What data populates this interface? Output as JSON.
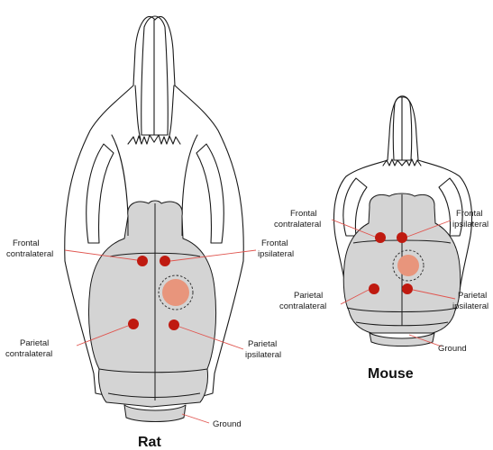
{
  "rat": {
    "title": "Rat",
    "frontal_contralateral": [
      "Frontal",
      "contralateral"
    ],
    "frontal_ipsilateral": [
      "Frontal",
      "ipsilateral"
    ],
    "parietal_contralateral": [
      "Parietal",
      "contralateral"
    ],
    "parietal_ipsilateral": [
      "Parietal",
      "ipsilateral"
    ],
    "ground": "Ground"
  },
  "mouse": {
    "title": "Mouse",
    "frontal_contralateral": [
      "Frontal",
      "contralateral"
    ],
    "frontal_ipsilateral": [
      "Frontal",
      "ipsilateral"
    ],
    "parietal_contralateral": [
      "Parietal",
      "contralateral"
    ],
    "parietal_ipsilateral": [
      "Parietal",
      "ipsilateral"
    ],
    "ground": "Ground"
  },
  "colors": {
    "electrode": "#bf1a10",
    "craniotomy": "#e8957c",
    "leader": "#e0554f",
    "bone": "#d4d4d4"
  }
}
